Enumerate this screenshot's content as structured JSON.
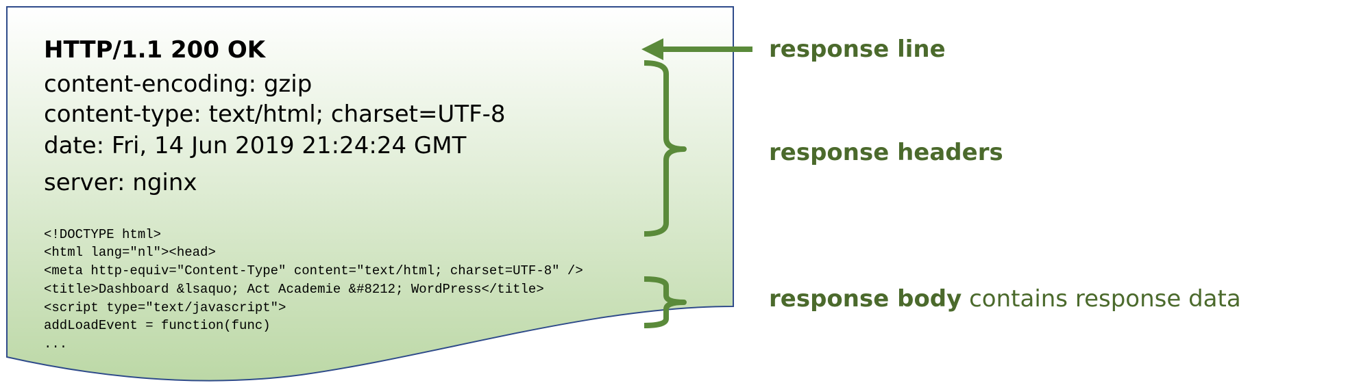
{
  "response": {
    "status_line": "HTTP/1.1 200 OK",
    "headers": [
      "content-encoding: gzip",
      "content-type: text/html; charset=UTF-8",
      "date: Fri, 14 Jun 2019 21:24:24 GMT",
      "server: nginx"
    ],
    "body_lines": [
      "<!DOCTYPE html>",
      "<html lang=\"nl\"><head>",
      "<meta http-equiv=\"Content-Type\" content=\"text/html; charset=UTF-8\" />",
      "<title>Dashboard &lsaquo; Act Academie &#8212; WordPress</title>",
      "<script type=\"text/javascript\">",
      "addLoadEvent = function(func)",
      "..."
    ]
  },
  "annotations": {
    "response_line": "response line",
    "response_headers": "response headers",
    "response_body_bold": "response body",
    "response_body_rest": " contains response data"
  },
  "colors": {
    "doc_fill_top": "#ffffff",
    "doc_fill_bottom": "#bcd8a6",
    "doc_border": "#2e4a8a",
    "annotation_green": "#4b6a2c",
    "bracket_green": "#5a8a3a"
  }
}
